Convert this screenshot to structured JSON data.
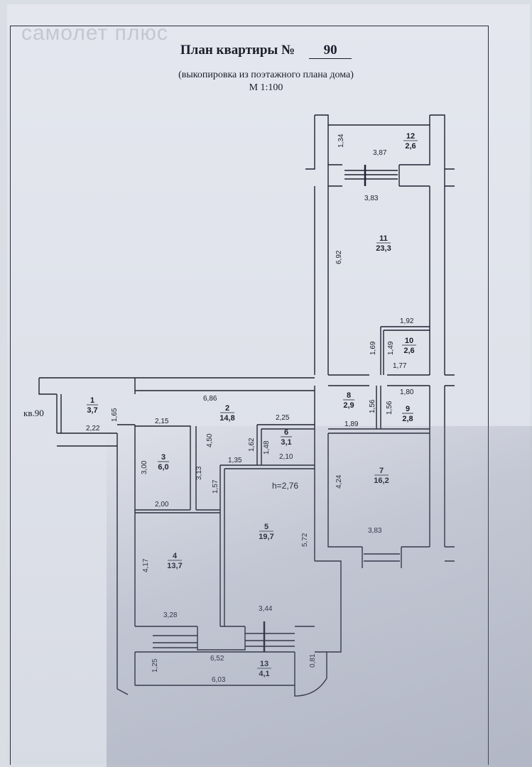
{
  "watermark": "самолет плюс",
  "header": {
    "title_prefix": "План квартиры №",
    "apartment_number": "90",
    "subtitle": "(выкопировка из поэтажного плана дома)",
    "scale": "М 1:100"
  },
  "entrance_label": "кв.90",
  "height_label": "h=2,76",
  "rooms": [
    {
      "number": "1",
      "area": "3,7"
    },
    {
      "number": "2",
      "area": "14,8"
    },
    {
      "number": "3",
      "area": "6,0"
    },
    {
      "number": "4",
      "area": "13,7"
    },
    {
      "number": "5",
      "area": "19,7"
    },
    {
      "number": "6",
      "area": "3,1"
    },
    {
      "number": "7",
      "area": "16,2"
    },
    {
      "number": "8",
      "area": "2,9"
    },
    {
      "number": "9",
      "area": "2,8"
    },
    {
      "number": "10",
      "area": "2,6"
    },
    {
      "number": "11",
      "area": "23,3"
    },
    {
      "number": "12",
      "area": "2,6"
    },
    {
      "number": "13",
      "area": "4,1"
    }
  ],
  "dimensions": [
    "1,34",
    "3,87",
    "3,83",
    "6,92",
    "1,92",
    "1,69",
    "1,49",
    "1,77",
    "1,80",
    "1,56",
    "1,56",
    "1,89",
    "6,86",
    "1,65",
    "2,22",
    "2,15",
    "2,25",
    "4,50",
    "1,62",
    "1,48",
    "2,10",
    "1,35",
    "3,00",
    "3,13",
    "1,57",
    "2,00",
    "4,24",
    "3,83",
    "5,72",
    "4,17",
    "3,28",
    "3,44",
    "1,25",
    "6,52",
    "6,03",
    "0,81"
  ]
}
